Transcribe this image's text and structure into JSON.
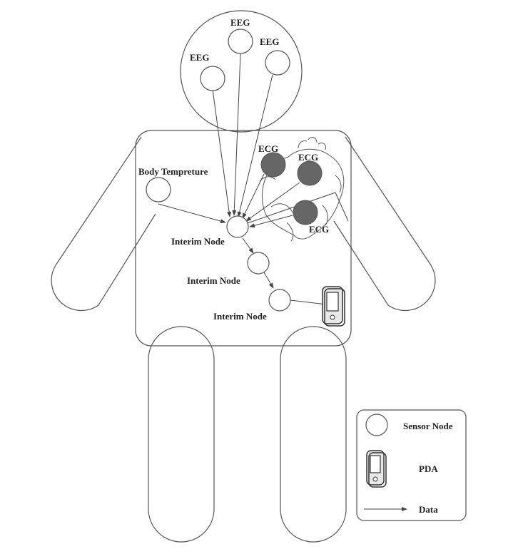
{
  "labels": {
    "eeg_1": "EEG",
    "eeg_2": "EEG",
    "eeg_3": "EEG",
    "ecg_1": "ECG",
    "ecg_2": "ECG",
    "ecg_3": "ECG",
    "body_temperature": "Body Tempreture",
    "interim_node_1": "Interim Node",
    "interim_node_2": "Interim Node",
    "interim_node_3": "Interim Node"
  },
  "legend": {
    "sensor_node": "Sensor Node",
    "pda": "PDA",
    "data": "Data"
  },
  "colors": {
    "outline": "#555555",
    "ecg_sensor_fill": "#666666",
    "text": "#222222"
  },
  "icons": {
    "pda": "pda-device-icon",
    "sensor": "sensor-node-circle"
  }
}
